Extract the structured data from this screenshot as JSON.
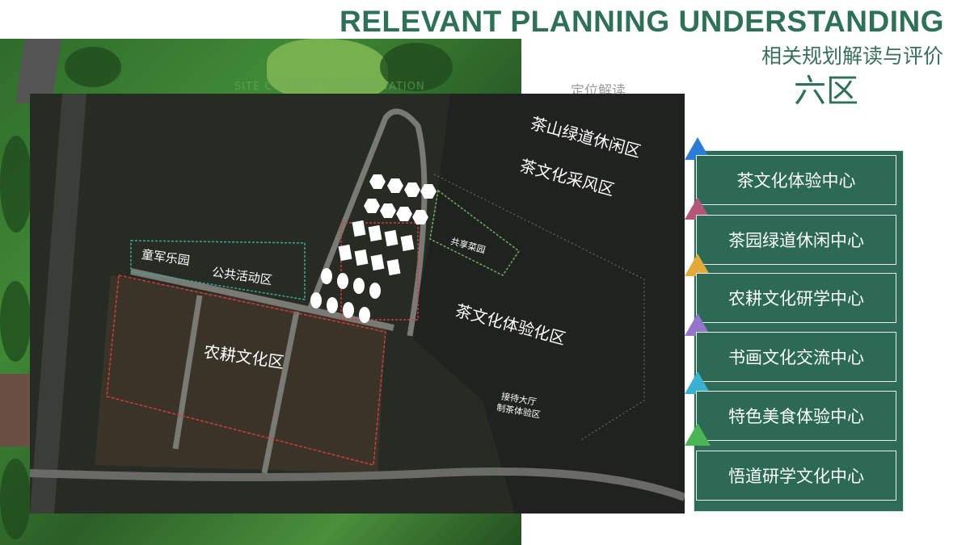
{
  "header": {
    "title_en": "RELEVANT PLANNING UNDERSTANDING",
    "title_cn": "相关规划解读与评价",
    "section": "六区"
  },
  "ghost": {
    "behind_text_en": "SITE CONTEXT INTERPRETATION",
    "behind_text_cn": "定位解读"
  },
  "map": {
    "zones": [
      {
        "label": "茶山绿道休闲区",
        "size": "big"
      },
      {
        "label": "茶文化采风区",
        "size": "big"
      },
      {
        "label": "共享菜园",
        "size": "sm"
      },
      {
        "label": "童军乐园",
        "size": "med"
      },
      {
        "label": "公共活动区",
        "size": "med"
      },
      {
        "label": "茶文化体验化区",
        "size": "big"
      },
      {
        "label": "农耕文化区",
        "size": "big"
      },
      {
        "label": "接待大厅",
        "size": "sm"
      },
      {
        "label": "制茶体验区",
        "size": "sm"
      }
    ]
  },
  "legend": {
    "centers": [
      {
        "label": "茶文化体验中心",
        "marker_color": "#2f7fd8"
      },
      {
        "label": "茶园绿道休闲中心",
        "marker_color": "#b4557a"
      },
      {
        "label": "农耕文化研学中心",
        "marker_color": "#e3a93a"
      },
      {
        "label": "书画文化交流中心",
        "marker_color": "#9276c7"
      },
      {
        "label": "特色美食体验中心",
        "marker_color": "#3ab2cf"
      },
      {
        "label": "悟道研学文化中心",
        "marker_color": "#4bb455"
      }
    ]
  },
  "colors": {
    "brand_green": "#2f7156",
    "panel_green": "#2c6a55",
    "zone_red": "#d43b3b",
    "zone_teal": "#3aa79c"
  }
}
